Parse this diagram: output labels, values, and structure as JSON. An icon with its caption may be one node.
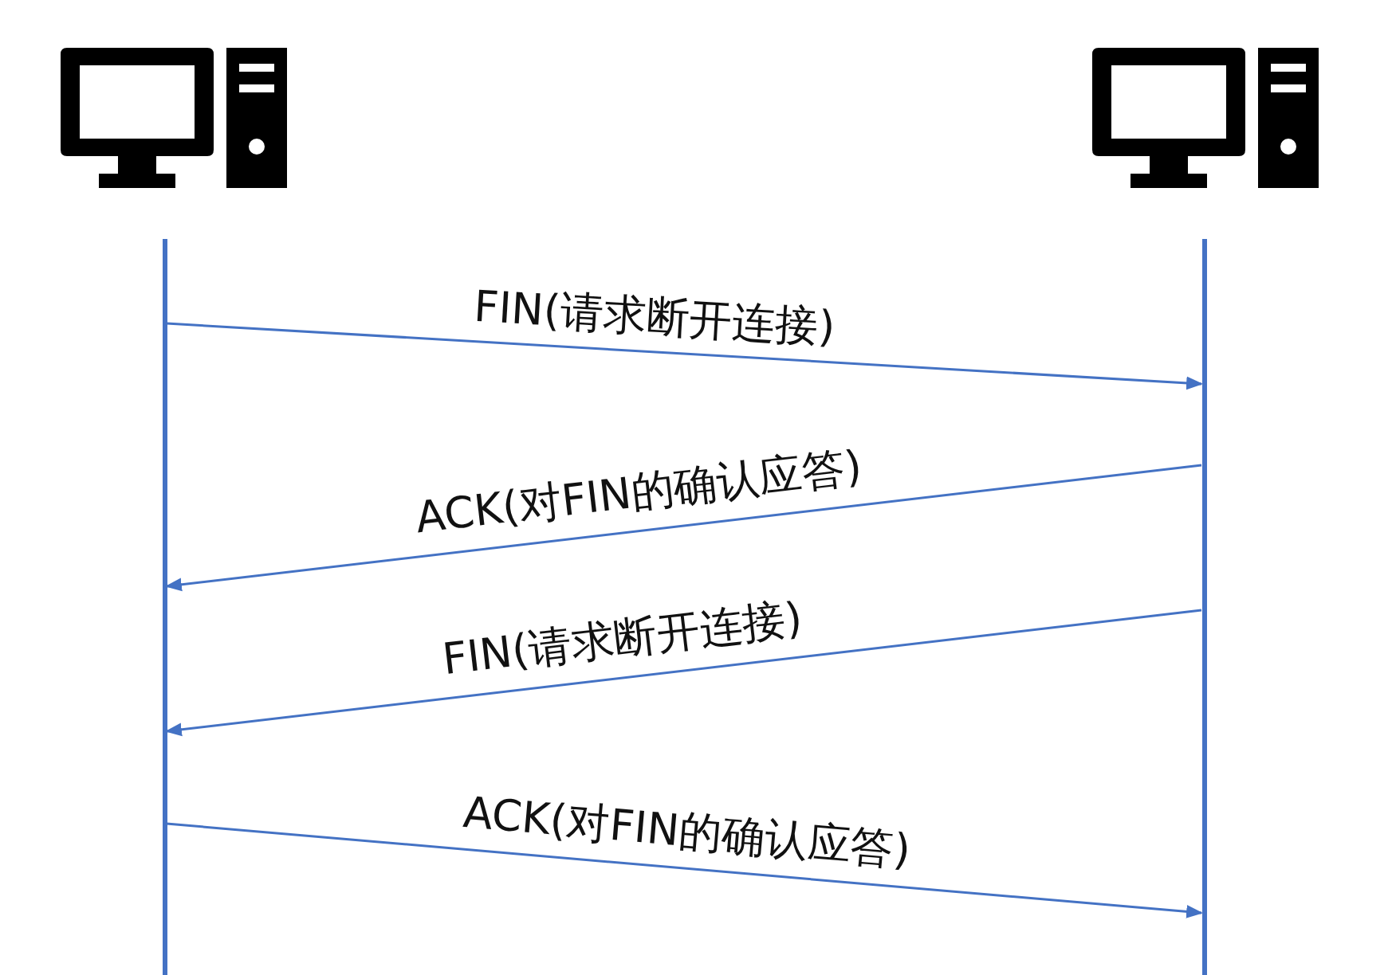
{
  "diagram": {
    "nodes": [
      {
        "text": [],
        "shape": "bar"
      },
      {
        "text": [],
        "shape": "bar"
      }
    ],
    "edges": [
      {
        "from": 0,
        "to": 1,
        "arrow": "to",
        "label": "FIN(请求断开连接)"
      },
      {
        "from": 1,
        "to": 0,
        "arrow": "to",
        "label": "ACK(对FIN的确认应答)"
      },
      {
        "from": 1,
        "to": 0,
        "arrow": "to",
        "label": "FIN(请求断开连接)"
      },
      {
        "from": 0,
        "to": 1,
        "arrow": "to",
        "label": "ACK(对FIN的确认应答)"
      }
    ]
  }
}
